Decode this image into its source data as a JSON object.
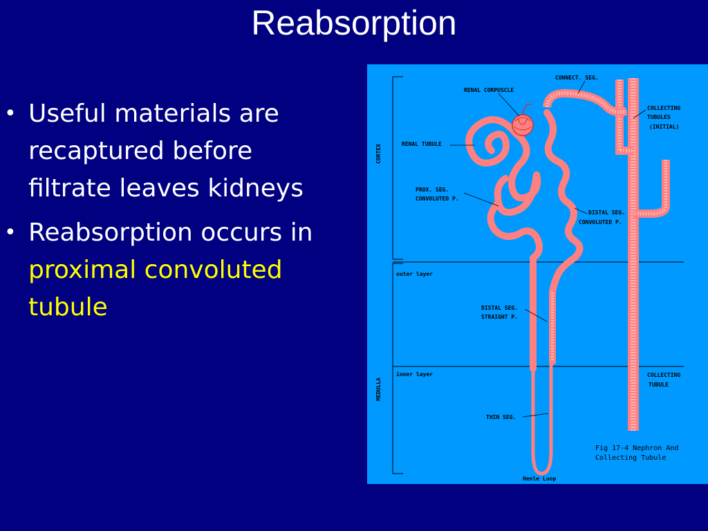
{
  "slide": {
    "title": "Reabsorption",
    "bullet1": "Useful materials are recaptured before filtrate leaves kidneys",
    "bullet2_pre": "Reabsorption occurs in ",
    "bullet2_highlight": "proximal convoluted tubule",
    "bullet_symbol": "•"
  },
  "figure": {
    "labels": {
      "connect_seg": "CONNECT. SEG.",
      "renal_corpuscle": "RENAL CORPUSCLE",
      "collecting_tubules_1": "COLLECTING",
      "collecting_tubules_2": "TUBULES",
      "collecting_tubules_3": "(INITIAL)",
      "renal_tubule": "RENAL TUBULE",
      "cortex": "CORTEX",
      "prox_seg_1": "PROX. SEG.",
      "prox_seg_2": "CONVOLUTED P.",
      "distal_conv_1": "DISTAL SEG.",
      "distal_conv_2": "CONVOLUTED P.",
      "outer_layer": "outer layer",
      "distal_straight_1": "DISTAL SEG.",
      "distal_straight_2": "STRAIGHT P.",
      "medulla": "MEDULLA",
      "inner_layer": "inner layer",
      "collecting_tubule_1": "COLLECTING",
      "collecting_tubule_2": "TUBULE",
      "thin_seg": "THIN SEG.",
      "henle_loop": "Henle Loop",
      "caption_1": "Fig 17-4  Nephron And",
      "caption_2": "Collecting Tubule"
    },
    "colors": {
      "background": "#0099ff",
      "tubule": "#ff8080",
      "tubule_light": "#ffb3b3"
    }
  }
}
